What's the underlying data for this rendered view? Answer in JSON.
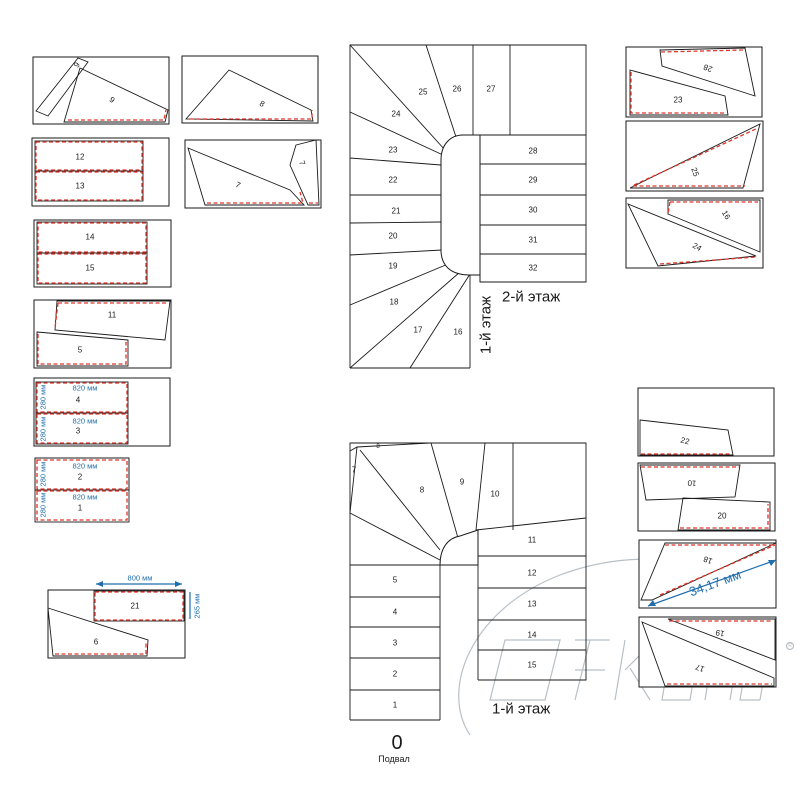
{
  "watermark": {
    "mark": "R"
  },
  "stairs": {
    "second_floor": {
      "label": "2-й этаж",
      "side_label": "1-й этаж",
      "winders": [
        "16",
        "17",
        "18",
        "19",
        "20",
        "21",
        "22",
        "23",
        "24",
        "25",
        "26",
        "27"
      ],
      "straight": [
        "28",
        "29",
        "30",
        "31",
        "32"
      ]
    },
    "first_floor": {
      "label": "1-й этаж",
      "winders": [
        "7",
        "8",
        "9",
        "10"
      ],
      "landing": "8",
      "straight_left": [
        "5",
        "4",
        "3",
        "2",
        "1"
      ],
      "straight_right": [
        "11",
        "12",
        "13",
        "14",
        "15"
      ]
    },
    "basement": {
      "number": "0",
      "label": "Подвал"
    }
  },
  "panels": {
    "p9": {
      "a": "9",
      "b": "9"
    },
    "p8": {
      "a": "8"
    },
    "p12_13": {
      "a": "12",
      "b": "13"
    },
    "p7": {
      "a": "7",
      "b": "7"
    },
    "p14_15": {
      "a": "14",
      "b": "15"
    },
    "p11_5": {
      "a": "11",
      "b": "5"
    },
    "p4_3": {
      "a": "4",
      "b": "3",
      "w": "820 мм",
      "h": "280 мм"
    },
    "p2_1": {
      "a": "2",
      "b": "1",
      "w": "820 мм",
      "h": "280 мм"
    },
    "p21_6": {
      "a": "21",
      "b": "6",
      "w": "800 мм",
      "h": "265 мм"
    },
    "p28_23": {
      "a": "28",
      "b": "23"
    },
    "p25": {
      "a": "25"
    },
    "p16_24": {
      "a": "16",
      "b": "24"
    },
    "p22": {
      "a": "22"
    },
    "p10_20": {
      "a": "10",
      "b": "20"
    },
    "p18": {
      "a": "18",
      "dim": "34,17 мм"
    },
    "p19_17": {
      "a": "19",
      "b": "17"
    }
  }
}
